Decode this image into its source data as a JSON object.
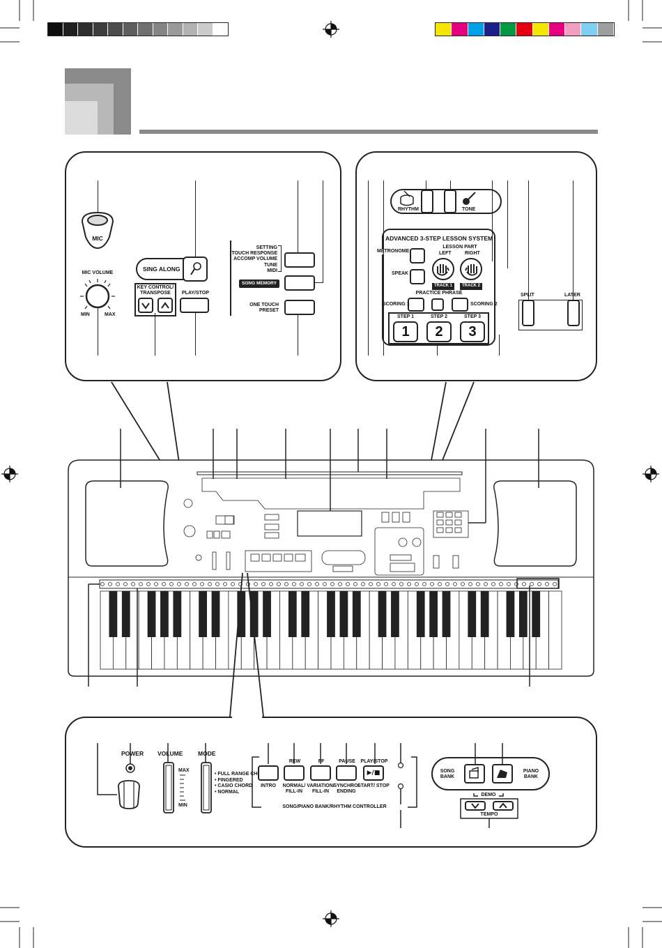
{
  "color_bars": {
    "gray": [
      "#0d0d0d",
      "#1f1f1f",
      "#2e2e2e",
      "#3d3d3d",
      "#4c4c4c",
      "#5e5e5e",
      "#707070",
      "#858585",
      "#9a9a9a",
      "#b2b2b2",
      "#cbcbcb",
      "#ffffff"
    ],
    "color": [
      "#f5e600",
      "#e4007f",
      "#00a0e9",
      "#1d2088",
      "#009944",
      "#e60012",
      "#f5e600",
      "#e4007f",
      "#f19ec2",
      "#7fcef4",
      "#9e9e9e"
    ]
  },
  "left_panel": {
    "mic_label": "MIC",
    "mic_volume_label": "MIC VOLUME",
    "min_label": "MIN",
    "max_label": "MAX",
    "sing_along_label": "SING ALONG",
    "key_control_label": "KEY CONTROL/ TRANSPOSE",
    "play_stop_label": "PLAY/STOP",
    "setting_lines": [
      "SETTING",
      "TOUCH RESPONSE",
      "ACCOMP VOLUME",
      "TUNE",
      "MIDI"
    ],
    "song_memory_label": "SONG MEMORY",
    "one_touch_label": "ONE TOUCH PRESET"
  },
  "right_panel": {
    "rhythm_label": "RHYTHM",
    "tone_label": "TONE",
    "lesson_system_title": "ADVANCED 3-STEP LESSON SYSTEM",
    "metronome_label": "METRONOME",
    "speak_label": "SPEAK",
    "lesson_part_label": "LESSON PART",
    "left_label": "LEFT",
    "right_label": "RIGHT",
    "track1_label": "TRACK 1",
    "track2_label": "TRACK 2",
    "practice_phrase_label": "PRACTICE PHRASE",
    "scoring1_label": "SCORING 1",
    "scoring2_label": "SCORING 2",
    "steps": [
      {
        "label": "STEP 1",
        "number": "1"
      },
      {
        "label": "STEP 2",
        "number": "2"
      },
      {
        "label": "STEP 3",
        "number": "3"
      }
    ],
    "split_label": "SPLIT",
    "later_label": "LATER"
  },
  "bottom_panel": {
    "power_label": "POWER",
    "volume_label": "VOLUME",
    "max_label": "MAX",
    "min_label": "MIN",
    "mode_label": "MODE",
    "mode_options": [
      "FULL RANGE CHORD",
      "FINGERED",
      "CASIO CHORD",
      "NORMAL"
    ],
    "controller_buttons": [
      {
        "top": "",
        "bottom": "INTRO"
      },
      {
        "top": "REW",
        "bottom": "NORMAL/ FILL-IN"
      },
      {
        "top": "FF",
        "bottom": "VARIATION/ FILL-IN"
      },
      {
        "top": "PAUSE",
        "bottom": "SYNCHRO/ ENDING"
      },
      {
        "top": "PLAY/STOP",
        "bottom": "START/ STOP"
      }
    ],
    "play_symbol": "▶/■",
    "controller_caption": "SONG/PIANO BANK/RHYTHM CONTROLLER",
    "song_bank_label": "SONG BANK",
    "piano_bank_label": "PIANO BANK",
    "demo_label": "DEMO",
    "tempo_label": "TEMPO"
  }
}
